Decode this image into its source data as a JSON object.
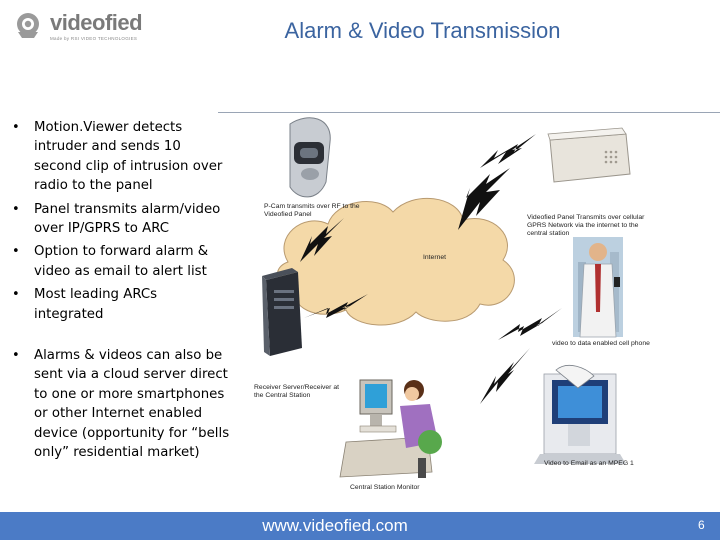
{
  "header": {
    "logo_text": "videofied",
    "logo_tagline": "Made by RSI VIDEO TECHNOLOGIES",
    "title": "Alarm & Video Transmission"
  },
  "bullets": [
    "Motion.Viewer detects intruder and sends 10 second clip of intrusion over radio to the panel",
    "Panel transmits alarm/video over IP/GPRS to ARC",
    "Option to forward alarm & video as email to alert list",
    "Most leading ARCs integrated",
    "Alarms & videos can also be sent via a cloud server direct to one or more smartphones or other Internet enabled device (opportunity for “bells only” residential market)"
  ],
  "diagram": {
    "pcam_label": "P-Cam transmits over RF to the Videofied Panel",
    "internet_label": "Internet",
    "panel_label": "Videofied Panel Transmits over cellular GPRS Network via the internet to the central station",
    "phone_label": "video to data enabled cell phone",
    "server_label": "Receiver Server/Receiver at the Central Station",
    "monitor_label": "Central Station Monitor",
    "email_label": "Video to Email as an MPEG 1"
  },
  "footer": {
    "url": "www.videofied.com",
    "page": "6"
  },
  "colors": {
    "title": "#3b64a0",
    "footer_bar": "#4b7bc6",
    "cloud": "#f4d9a8",
    "logo": "#7a7a7a"
  }
}
